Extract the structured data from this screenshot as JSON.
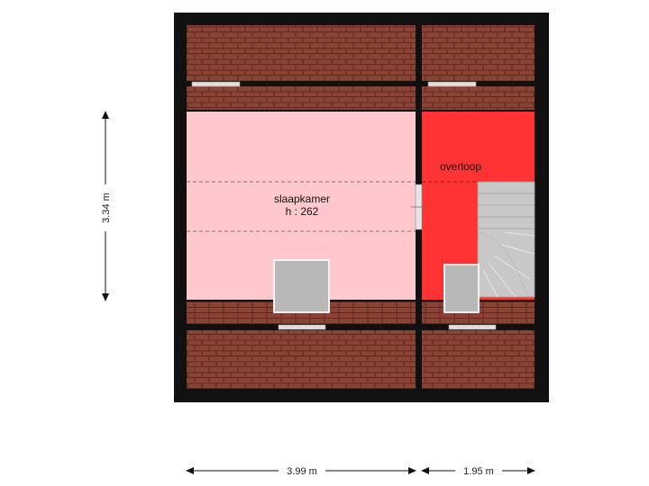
{
  "rooms": {
    "bedroom": {
      "name": "slaapkamer",
      "height": "h : 262"
    },
    "landing": {
      "name": "overloop"
    }
  },
  "dimensions": {
    "vertical": "3.34 m",
    "width_left": "3.99 m",
    "width_right": "1.95 m"
  },
  "colors": {
    "wall": "#111111",
    "roof_tile": "#8a4334",
    "bedroom_fill": "#ffc8cc",
    "landing_fill": "#ff3333",
    "stair_fill": "#c8c8c8",
    "skylight_fill": "#b8b8b8"
  }
}
